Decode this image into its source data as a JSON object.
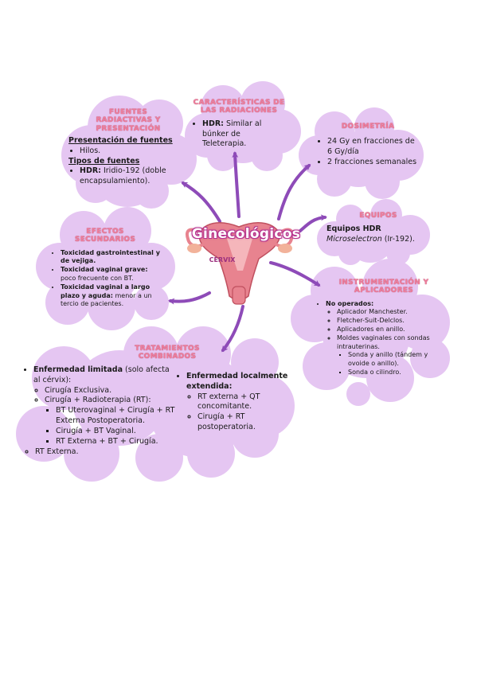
{
  "center": {
    "title": "Ginecológicos",
    "subtitle": "CÉRVIX"
  },
  "fuentes": {
    "title": "FUENTES RADIACTIVAS Y PRESENTACIÓN",
    "sec1": "Presentación de fuentes",
    "item1": "Hilos.",
    "sec2": "Tipos de fuentes",
    "item2_bold": "HDR:",
    "item2_text": " Iridio-192 (doble encapsulamiento)."
  },
  "caracteristicas": {
    "title": "CARACTERÍSTICAS DE LAS RADIACIONES",
    "item_bold": "HDR:",
    "item_text": " Similar al búnker de Teleterapia."
  },
  "dosimetria": {
    "title": "DOSIMETRÍA",
    "items": [
      "24 Gy en fracciones de 6 Gy/día",
      "2 fracciones semanales"
    ]
  },
  "equipos": {
    "title": "EQUIPOS",
    "line1": "Equipos HDR",
    "line2_italic": "Microselectron",
    "line2_text": " (Ir-192)."
  },
  "efectos": {
    "title": "EFECTOS SECUNDARIOS",
    "items": [
      {
        "bold": "Toxicidad gastrointestinal y de vejiga.",
        "text": ""
      },
      {
        "bold": "Toxicidad vaginal grave:",
        "text": " poco frecuente con BT."
      },
      {
        "bold": "Toxicidad vaginal a largo plazo y aguda:",
        "text": " menor a un tercio de pacientes."
      }
    ]
  },
  "instrumentacion": {
    "title": "INSTRUMENTACIÓN Y APLICADORES",
    "head": "No operados:",
    "items": [
      "Aplicador Manchester.",
      "Fletcher-Suit-Delclos.",
      "Aplicadores en anillo.",
      "Moldes vaginales con sondas intrauterinas."
    ],
    "subitems": [
      "Sonda y anillo (tándem y ovoide o anillo).",
      "Sonda o cilindro."
    ]
  },
  "tratamientos": {
    "title": "TRATAMIENTOS COMBINADOS",
    "left_head_bold": "Enfermedad limitada",
    "left_head_text": " (solo afecta al cérvix):",
    "left_items": [
      "Cirugía Exclusiva.",
      "Cirugía + Radioterapia (RT):"
    ],
    "left_sub": [
      "BT Uterovaginal + Cirugía + RT Externa Postoperatoria.",
      "Cirugía + BT Vaginal.",
      "RT Externa + BT + Cirugía."
    ],
    "left_last": "RT Externa.",
    "right_head": "Enfermedad localmente extendida:",
    "right_items": [
      "RT externa + QT concomitante.",
      "Cirugía + RT postoperatoria."
    ]
  },
  "colors": {
    "cloud": "#e5c6f2",
    "arrow": "#8e4bb8",
    "title": "#f07e9c",
    "uterus": "#e8838f"
  }
}
